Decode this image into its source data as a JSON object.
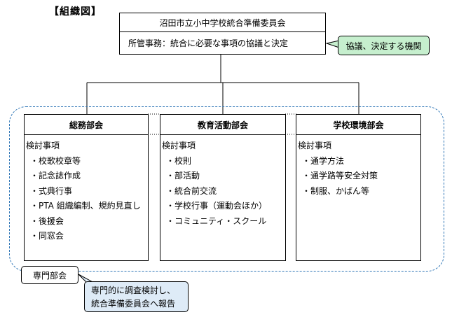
{
  "title": "【組織図】",
  "committee": {
    "name": "沼田市立小中学校統合準備委員会",
    "duty": "所管事務：統合に必要な事項の協議と決定"
  },
  "committee_callout": "協議、決定する機関",
  "subcommittees": [
    {
      "name": "総務部会",
      "heading": "検討事項",
      "items": [
        "・校歌校章等",
        "・記念誌作成",
        "・式典行事",
        "・PTA 組織編制、規約見直し",
        "・後援会",
        "・同窓会"
      ]
    },
    {
      "name": "教育活動部会",
      "heading": "検討事項",
      "items": [
        "・校則",
        "・部活動",
        "・統合前交流",
        "・学校行事（運動会ほか）",
        "・コミュニティ・スクール"
      ]
    },
    {
      "name": "学校環境部会",
      "heading": "検討事項",
      "items": [
        "・通学方法",
        "・通学路等安全対策",
        "・制服、かばん等"
      ]
    }
  ],
  "specialist_label": "専門部会",
  "specialist_callout": {
    "line1": "専門的に調査検討し、",
    "line2": "統合準備委員会へ報告"
  },
  "colors": {
    "green_callout": "#c6efce",
    "blue_callout": "#deebf7",
    "dashed_border": "#2e75b6"
  }
}
